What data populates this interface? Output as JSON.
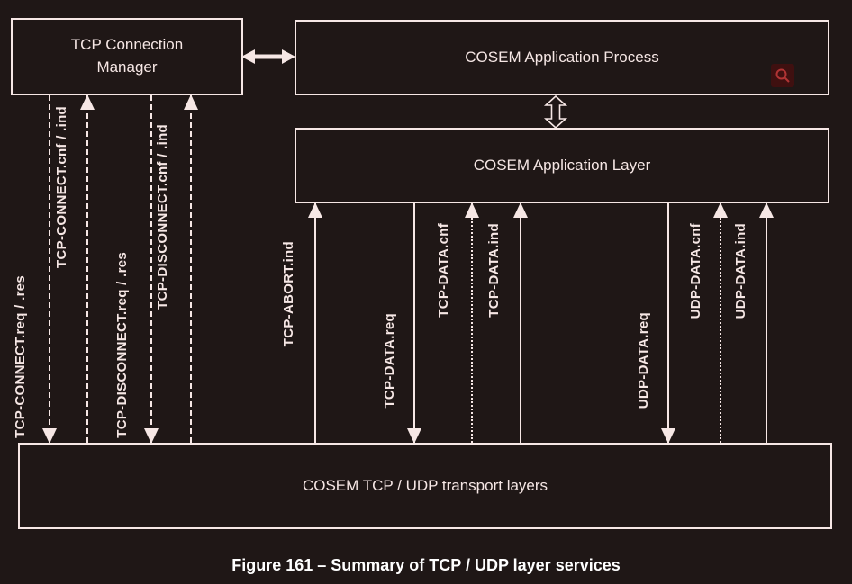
{
  "colors": {
    "background": "#1f1716",
    "line": "#f6e7e5",
    "text": "#f6e7e5",
    "caption": "#ffffff",
    "icon_bg": "#3f1010",
    "icon_glyph": "#b13434"
  },
  "boxes": {
    "tcp_connection_manager": "TCP Connection Manager",
    "cosem_application_process": "COSEM Application Process",
    "cosem_application_layer": "COSEM Application Layer",
    "transport_layers": "COSEM TCP / UDP transport layers"
  },
  "signals": {
    "tcp_connect_req": "TCP-CONNECT.req / .res",
    "tcp_connect_cnf": "TCP-CONNECT.cnf / .ind",
    "tcp_disconnect_req": "TCP-DISCONNECT.req / .res",
    "tcp_disconnect_cnf": "TCP-DISCONNECT.cnf / .ind",
    "tcp_abort_ind": "TCP-ABORT.ind",
    "tcp_data_req": "TCP-DATA.req",
    "tcp_data_cnf": "TCP-DATA.cnf",
    "tcp_data_ind": "TCP-DATA.ind",
    "udp_data_req": "UDP-DATA.req",
    "udp_data_cnf": "UDP-DATA.cnf",
    "udp_data_ind": "UDP-DATA.ind"
  },
  "caption": "Figure 161 – Summary of TCP / UDP layer services",
  "icons": {
    "search": "magnifier-overlay"
  }
}
